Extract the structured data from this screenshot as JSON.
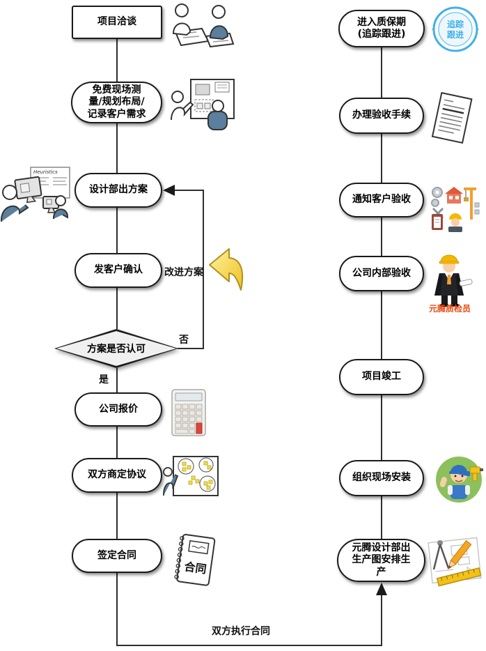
{
  "flow": {
    "left": [
      {
        "label": "项目洽谈",
        "shape": "rectangle"
      },
      {
        "label": "免费现场测\n量/规划布局/\n记录客户需求",
        "shape": "stadium"
      },
      {
        "label": "设计部出方案",
        "shape": "stadium"
      },
      {
        "label": "发客户确认",
        "shape": "stadium"
      },
      {
        "label": "方案是否认可",
        "shape": "diamond"
      },
      {
        "label": "公司报价",
        "shape": "stadium"
      },
      {
        "label": "双方商定协议",
        "shape": "stadium"
      },
      {
        "label": "签定合同",
        "shape": "stadium"
      }
    ],
    "right": [
      {
        "label": "进入质保期\n(追踪跟进)",
        "shape": "stadium"
      },
      {
        "label": "办理验收手续",
        "shape": "stadium"
      },
      {
        "label": "通知客户验收",
        "shape": "stadium"
      },
      {
        "label": "公司内部验收",
        "shape": "stadium"
      },
      {
        "label": "项目竣工",
        "shape": "stadium"
      },
      {
        "label": "组织现场安装",
        "shape": "stadium"
      },
      {
        "label": "元腾设计部出\n生产图安排生\n产",
        "shape": "stadium"
      }
    ],
    "edge_labels": {
      "no": "否",
      "yes": "是",
      "improve": "改进方案",
      "execute": "双方执行合同"
    },
    "icon_text": {
      "heuristics": "Heuristics",
      "contract": "合同",
      "badge_1": "追踪",
      "badge_2": "跟进",
      "inspector": "元腾质检员"
    },
    "colors": {
      "line": "#2e2e2e",
      "node_border": "#1a1a1a",
      "diamond_fill": "#f0f0f0",
      "person_blue": "#5b7f9d",
      "badge_blue": "#3fb0e8",
      "inspector_red": "#e8490f",
      "arrow_yellow": "#ffd93b",
      "helmet_yellow": "#f5b800",
      "installer_green": "#8bc05c",
      "calculator_red": "#d9473a"
    }
  }
}
